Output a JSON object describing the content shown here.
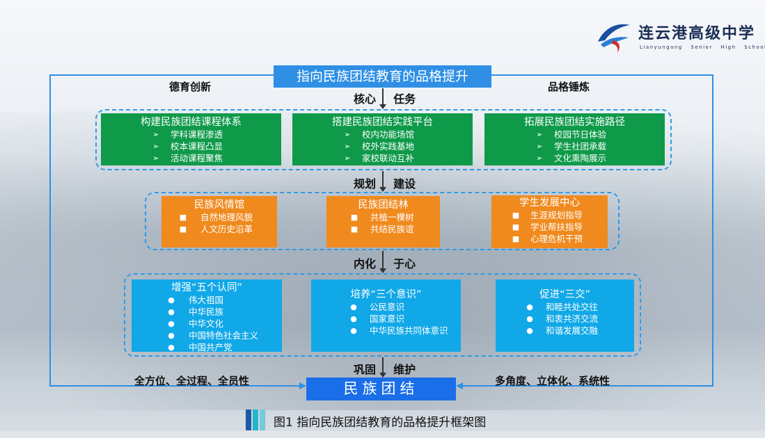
{
  "logo": {
    "name_cn": "连云港高级中学",
    "name_en": "Lianyungang Senior High School"
  },
  "header": {
    "title": "指向民族团结教育的品格提升"
  },
  "side_labels": {
    "top_left": "德育创新",
    "top_right": "品格锤炼",
    "bottom_left": "全方位、全过程、全员性",
    "bottom_right": "多角度、立体化、系统性"
  },
  "connectors": {
    "c1": {
      "left": "核心",
      "right": "任务"
    },
    "c2": {
      "left": "规划",
      "right": "建设"
    },
    "c3": {
      "left": "内化",
      "right": "于心"
    },
    "c4": {
      "left": "巩固",
      "right": "维护"
    }
  },
  "row1": [
    {
      "title": "构建民族团结课程体系",
      "bullet": "➢",
      "items": [
        "学科课程渗透",
        "校本课程凸显",
        "活动课程聚焦"
      ]
    },
    {
      "title": "搭建民族团结实践平台",
      "bullet": "➢",
      "items": [
        "校内功能场馆",
        "校外实践基地",
        "家校联动互补"
      ]
    },
    {
      "title": "拓展民族团结实施路径",
      "bullet": "➢",
      "items": [
        "校园节日体验",
        "学生社团承载",
        "文化熏陶展示"
      ]
    }
  ],
  "row2": [
    {
      "title": "民族风情馆",
      "bullet": "■",
      "items": [
        "自然地理风貌",
        "人文历史沿革"
      ]
    },
    {
      "title": "民族团结林",
      "bullet": "■",
      "items": [
        "共植一棵树",
        "共结民族谊"
      ]
    },
    {
      "title": "学生发展中心",
      "bullet": "■",
      "items": [
        "生涯规划指导",
        "学业帮扶指导",
        "心理危机干预"
      ]
    }
  ],
  "row3": [
    {
      "title": "增强“五个认同”",
      "bullet": "●",
      "items": [
        "伟大祖国",
        "中华民族",
        "中华文化",
        "中国特色社会主义",
        "中国共产党"
      ]
    },
    {
      "title": "培养“三个意识”",
      "bullet": "●",
      "items": [
        "公民意识",
        "国家意识",
        "中华民族共同体意识"
      ]
    },
    {
      "title": "促进“三交”",
      "bullet": "●",
      "items": [
        "和睦共处交往",
        "和衷共济交流",
        "和谐发展交融"
      ]
    }
  ],
  "footer_box": {
    "label": "民族团结"
  },
  "caption": {
    "text": "图1  指向民族团结教育的品格提升框架图"
  },
  "colors": {
    "title_blue": "#2e8fe5",
    "green": "#0f9a4a",
    "orange": "#f08a1e",
    "light_blue": "#11a8e8",
    "dark_blue": "#1a6ee8",
    "loop_line": "#2e8fe5"
  }
}
